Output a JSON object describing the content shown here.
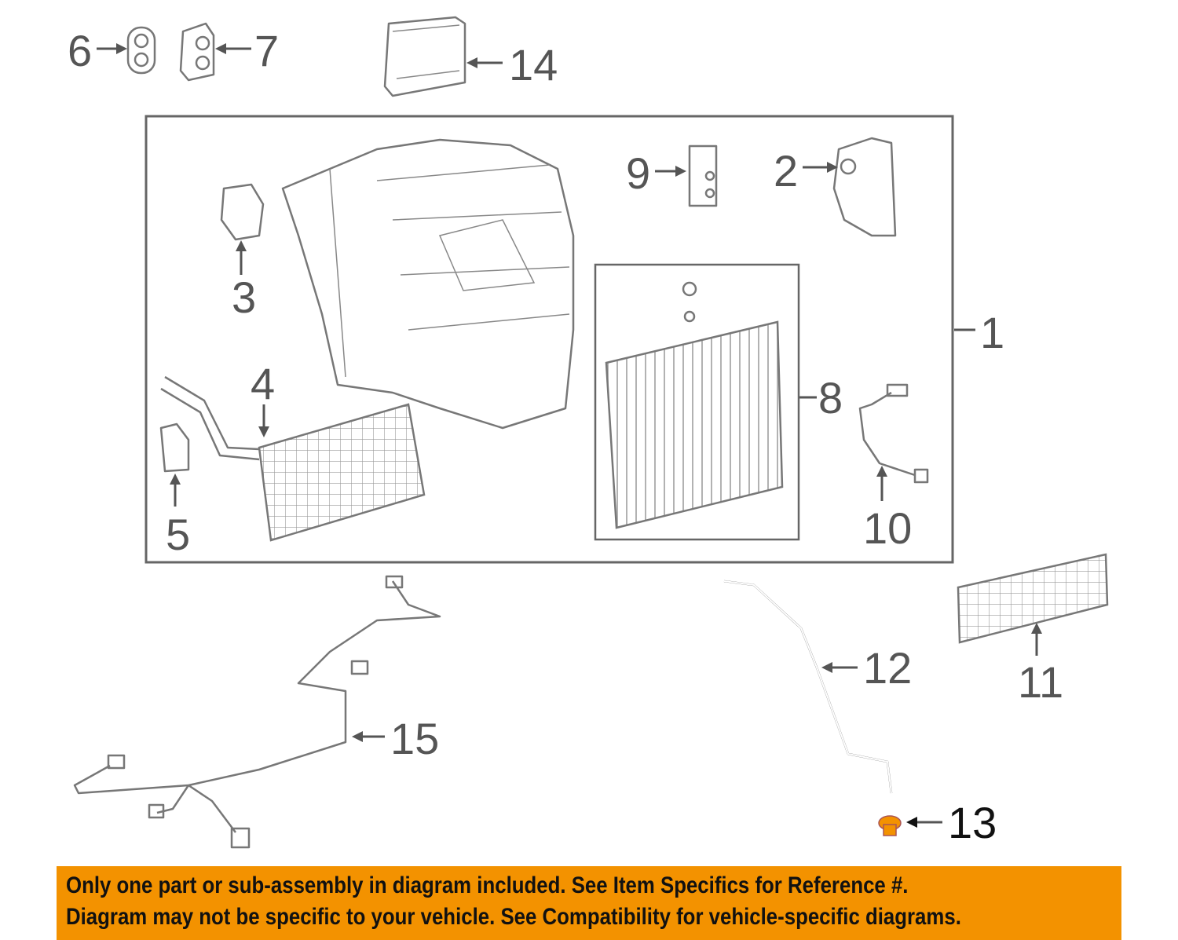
{
  "callouts": {
    "p1": "1",
    "p2": "2",
    "p3": "3",
    "p4": "4",
    "p5": "5",
    "p6": "6",
    "p7": "7",
    "p8": "8",
    "p9": "9",
    "p10": "10",
    "p11": "11",
    "p12": "12",
    "p13": "13",
    "p14": "14",
    "p15": "15"
  },
  "colors": {
    "banner": "#F39200",
    "highlight_part": "#F39200"
  },
  "banner": {
    "line1": "Only one part or sub-assembly in diagram included. See Item Specifics for Reference #.",
    "line2": "Diagram may not be specific to your vehicle. See Compatibility for vehicle-specific diagrams."
  }
}
